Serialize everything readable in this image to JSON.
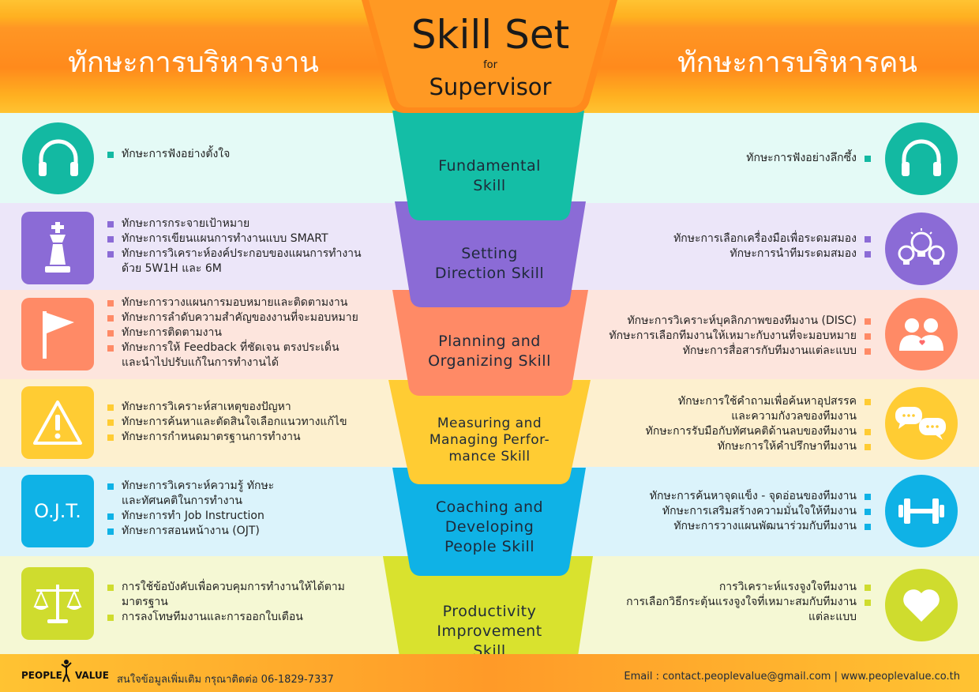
{
  "header": {
    "left_title": "ทักษะการบริหารงาน",
    "right_title": "ทักษะการบริหารคน",
    "title_line1": "Skill Set",
    "title_for": "for",
    "title_line2": "Supervisor"
  },
  "colors": {
    "orange": "#ff8a1c",
    "teal": "#13b9a2",
    "purple": "#8b6bd6",
    "salmon": "#ff8a6a",
    "yellow": "#ffc834",
    "cyan": "#0fb2e6",
    "lime": "#cfdc2e"
  },
  "sections": [
    {
      "label": "Fundamental\nSkill",
      "left_icon": "headphones-icon",
      "left_items": [
        "ทักษะการฟังอย่างตั้งใจ"
      ],
      "right_icon": "headphones-icon",
      "right_items": [
        "ทักษะการฟังอย่างลึกซึ้ง"
      ]
    },
    {
      "label": "Setting\nDirection Skill",
      "left_icon": "chess-king-icon",
      "left_items": [
        "ทักษะการกระจายเป้าหมาย",
        "ทักษะการเขียนแผนการทำงานแบบ SMART",
        "ทักษะการวิเคราะห์องค์ประกอบของแผนการทำงาน\nด้วย 5W1H และ 6M"
      ],
      "right_icon": "lightbulbs-icon",
      "right_items": [
        "ทักษะการเลือกเครื่องมือเพื่อระดมสมอง",
        "ทักษะการนำทีมระดมสมอง"
      ]
    },
    {
      "label": "Planning and\nOrganizing Skill",
      "left_icon": "flag-icon",
      "left_items": [
        "ทักษะการวางแผนการมอบหมายและติดตามงาน",
        "ทักษะการลำดับความสำคัญของงานที่จะมอบหมาย",
        "ทักษะการติดตามงาน",
        "ทักษะการให้ Feedback ที่ชัดเจน ตรงประเด็น\nและนำไปปรับแก้ในการทำงานได้"
      ],
      "right_icon": "people-icon",
      "right_items": [
        "ทักษะการวิเคราะห์บุคลิกภาพของทีมงาน (DISC)",
        "ทักษะการเลือกทีมงานให้เหมาะกับงานที่จะมอบหมาย",
        "ทักษะการสื่อสารกับทีมงานแต่ละแบบ"
      ]
    },
    {
      "label": "Measuring and\nManaging Perfor-\nmance Skill",
      "left_icon": "warning-icon",
      "left_items": [
        "ทักษะการวิเคราะห์สาเหตุของปัญหา",
        "ทักษะการค้นหาและตัดสินใจเลือกแนวทางแก้ไข",
        "ทักษะการกำหนดมาตรฐานการทำงาน"
      ],
      "right_icon": "chat-bubbles-icon",
      "right_items": [
        "ทักษะการใช้คำถามเพื่อค้นหาอุปสรรค\nและความกังวลของทีมงาน",
        "ทักษะการรับมือกับทัศนคติด้านลบของทีมงาน",
        "ทักษะการให้คำปรึกษาทีมงาน"
      ]
    },
    {
      "label": "Coaching and\nDeveloping\nPeople Skill",
      "left_icon_text": "O.J.T.",
      "left_icon": "ojt-icon",
      "left_items": [
        "ทักษะการวิเคราะห์ความรู้ ทักษะ\nและทัศนคติในการทำงาน",
        "ทักษะการทำ Job Instruction",
        "ทักษะการสอนหน้างาน (OJT)"
      ],
      "right_icon": "dumbbell-icon",
      "right_items": [
        "ทักษะการค้นหาจุดแข็ง - จุดอ่อนของทีมงาน",
        "ทักษะการเสริมสร้างความมั่นใจให้ทีมงาน",
        "ทักษะการวางแผนพัฒนาร่วมกับทีมงาน"
      ]
    },
    {
      "label": "Productivity\nImprovement\nSkill",
      "left_icon": "scales-icon",
      "left_items": [
        "การใช้ข้อบังคับเพื่อควบคุมการทำงานให้ได้ตาม\nมาตรฐาน",
        "การลงโทษทีมงานและการออกใบเตือน"
      ],
      "right_icon": "heart-icon",
      "right_items": [
        "การวิเคราะห์แรงจูงใจทีมงาน",
        "การเลือกวิธีกระตุ้นแรงจูงใจที่เหมาะสมกับทีมงาน\nแต่ละแบบ"
      ]
    }
  ],
  "footer": {
    "brand_left": "PEOPLE",
    "brand_right": "VALUE",
    "contact_th": "สนใจข้อมูลเพิ่มเติม กรุณาติดต่อ 06-1829-7337",
    "contact_en": "Email : contact.peoplevalue@gmail.com | www.peoplevalue.co.th"
  }
}
